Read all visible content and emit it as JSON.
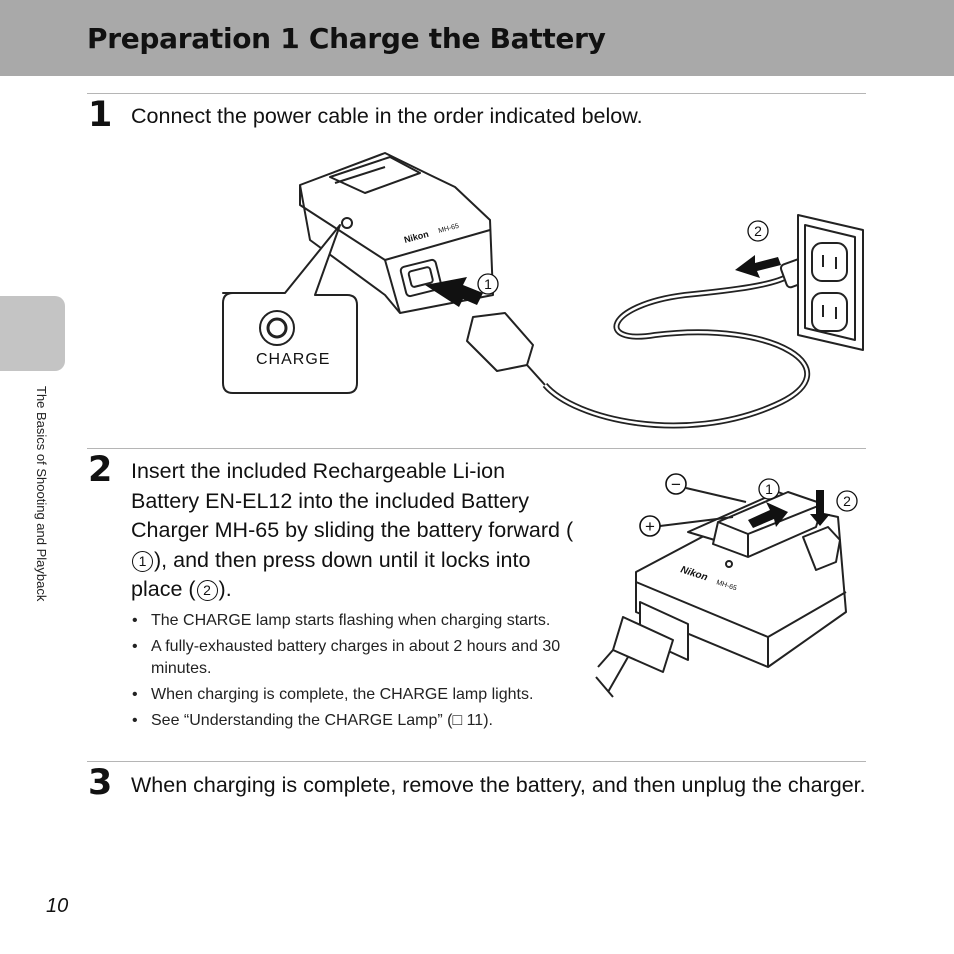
{
  "header": {
    "title": "Preparation 1 Charge the Battery"
  },
  "side_tab": {
    "label": "The Basics of Shooting and Playback"
  },
  "steps": [
    {
      "number": "1",
      "text": "Connect the power cable in the order indicated below."
    },
    {
      "number": "2",
      "text_parts": [
        "Insert the included Rechargeable Li-ion Battery EN-EL12 into the included Battery Charger MH-65 by sliding the battery forward (",
        "1",
        "), and then press down until it locks into place (",
        "2",
        ")."
      ],
      "bullets": [
        "The CHARGE lamp starts flashing when charging starts.",
        "A fully-exhausted battery charges in about 2 hours and 30 minutes.",
        "When charging is complete, the CHARGE lamp lights.",
        "See “Understanding the CHARGE Lamp” (□ 11)."
      ]
    },
    {
      "number": "3",
      "text": "When charging is complete, remove the battery, and then unplug the charger."
    }
  ],
  "figure1": {
    "callout_label": "CHARGE",
    "marker_1": "1",
    "marker_2": "2",
    "brand_text": "Nikon",
    "model_text": "MH-65"
  },
  "figure2": {
    "marker_1": "1",
    "marker_2": "2",
    "minus_symbol": "−",
    "plus_symbol": "+",
    "brand_text": "Nikon",
    "model_text": "MH-65"
  },
  "footer": {
    "page_number": "10"
  }
}
